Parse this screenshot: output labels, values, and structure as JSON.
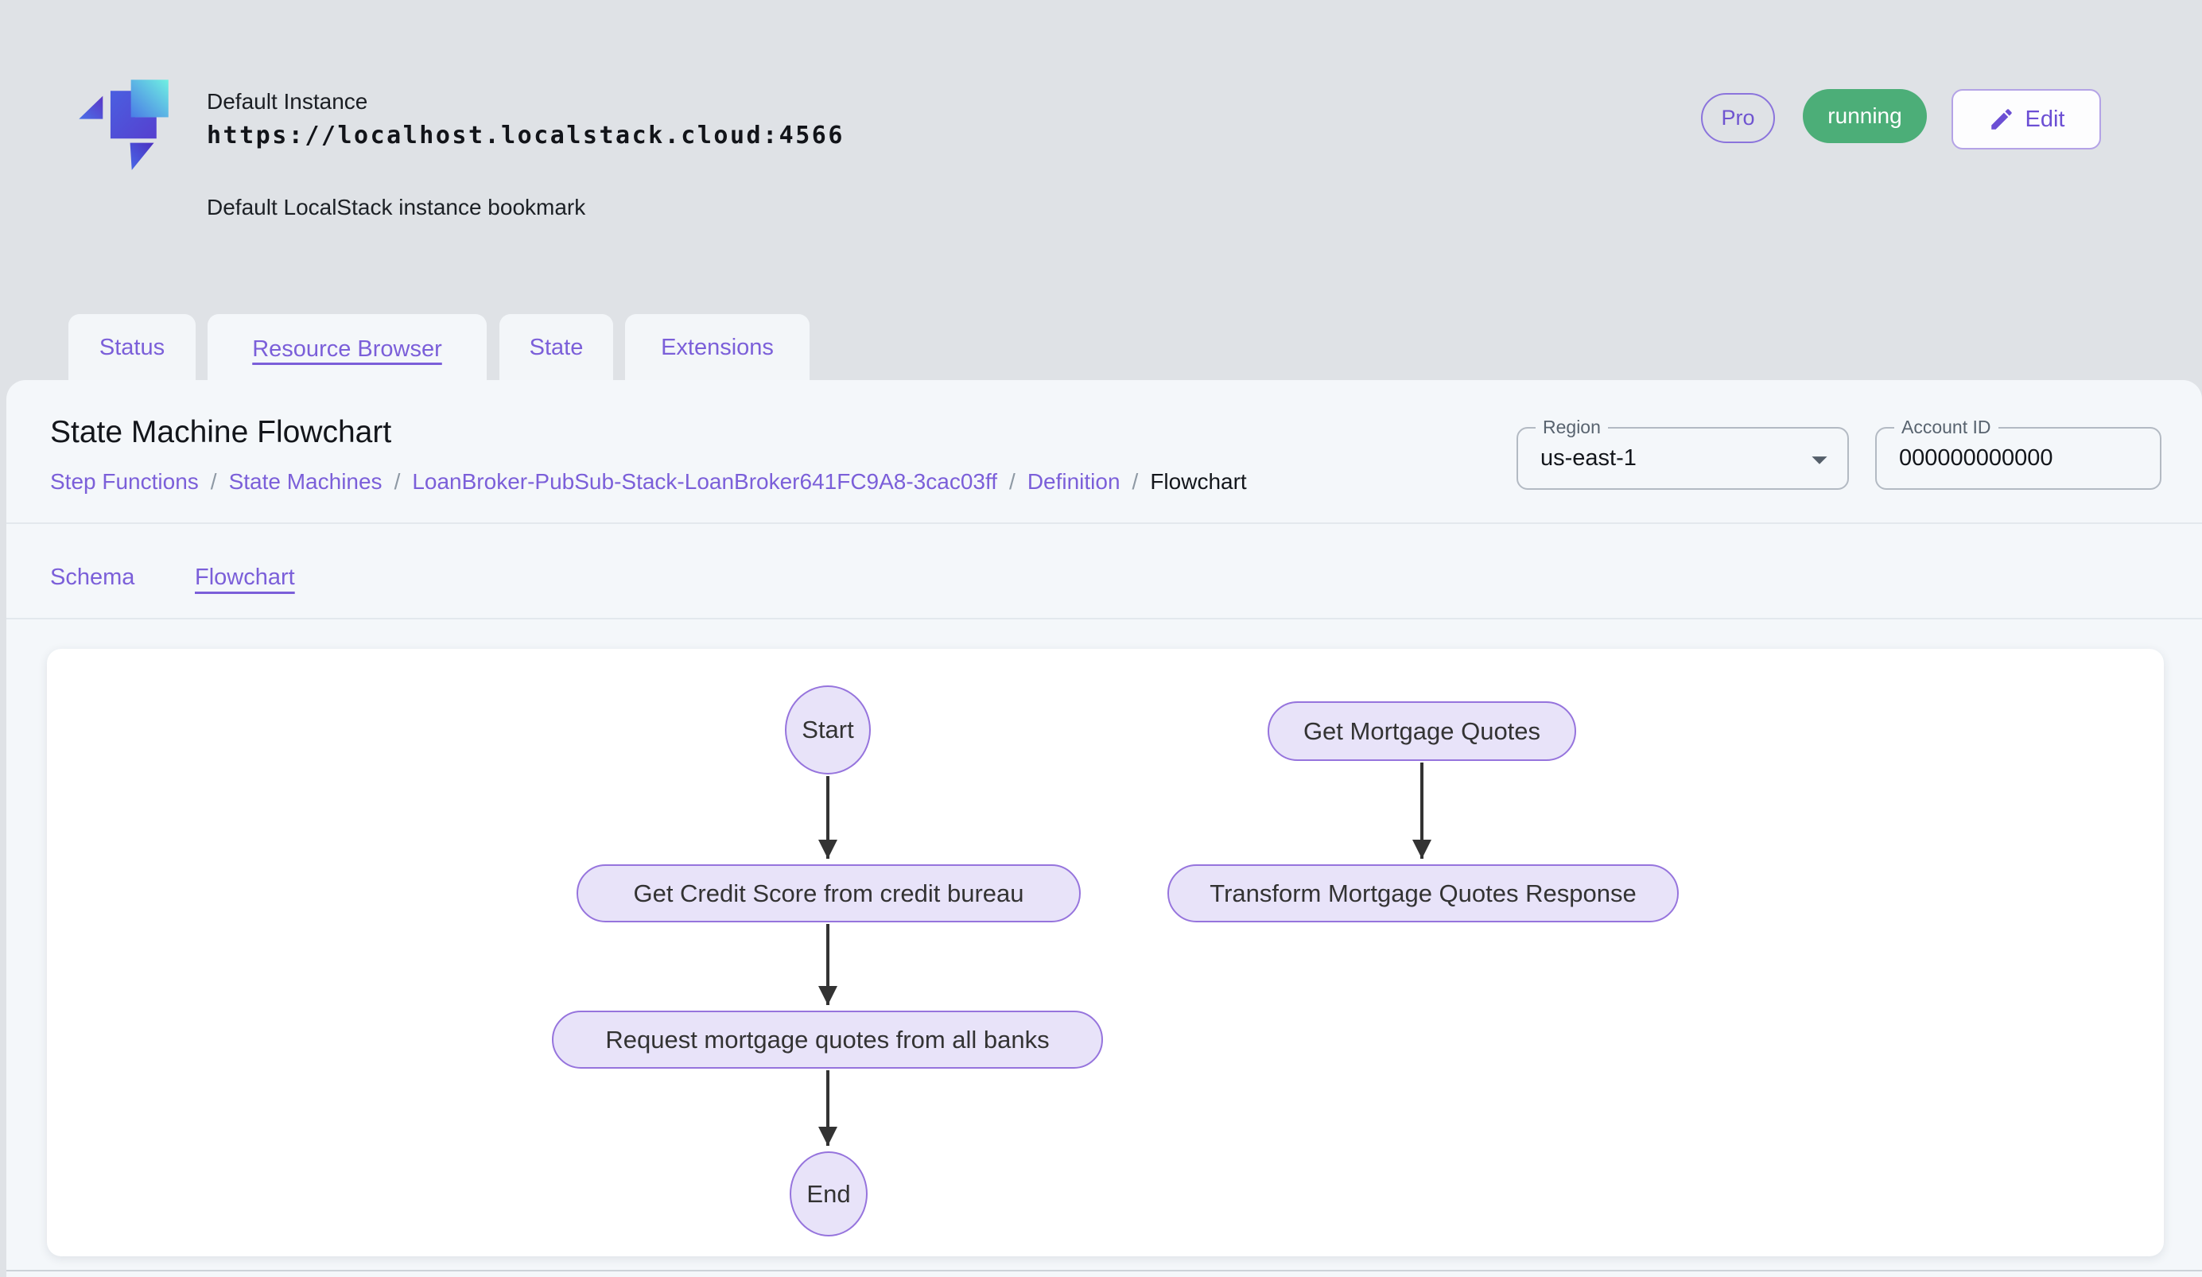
{
  "header": {
    "instance_name": "Default Instance",
    "instance_url": "https://localhost.localstack.cloud:4566",
    "instance_description": "Default LocalStack instance bookmark",
    "pro_badge": "Pro",
    "status_badge": "running",
    "edit_label": "Edit"
  },
  "tabs": [
    {
      "label": "Status",
      "active": false
    },
    {
      "label": "Resource Browser",
      "active": true
    },
    {
      "label": "State",
      "active": false
    },
    {
      "label": "Extensions",
      "active": false
    }
  ],
  "page": {
    "title": "State Machine Flowchart",
    "breadcrumb": [
      {
        "label": "Step Functions",
        "link": true
      },
      {
        "label": "State Machines",
        "link": true
      },
      {
        "label": "LoanBroker-PubSub-Stack-LoanBroker641FC9A8-3cac03ff",
        "link": true
      },
      {
        "label": "Definition",
        "link": true
      },
      {
        "label": "Flowchart",
        "link": false
      }
    ]
  },
  "controls": {
    "region": {
      "label": "Region",
      "value": "us-east-1"
    },
    "account": {
      "label": "Account ID",
      "value": "000000000000"
    }
  },
  "subtabs": [
    {
      "label": "Schema",
      "active": false
    },
    {
      "label": "Flowchart",
      "active": true
    }
  ],
  "flowchart": {
    "nodes": [
      {
        "id": "start",
        "label": "Start",
        "shape": "ellipse"
      },
      {
        "id": "get_mortgage_quotes",
        "label": "Get Mortgage Quotes",
        "shape": "stadium"
      },
      {
        "id": "get_credit_score",
        "label": "Get Credit Score from credit bureau",
        "shape": "stadium"
      },
      {
        "id": "transform_mortgage_quotes_response",
        "label": "Transform Mortgage Quotes Response",
        "shape": "stadium"
      },
      {
        "id": "request_mortgage_quotes",
        "label": "Request mortgage quotes from all banks",
        "shape": "stadium"
      },
      {
        "id": "end",
        "label": "End",
        "shape": "ellipse"
      }
    ],
    "edges": [
      {
        "from": "start",
        "to": "get_credit_score"
      },
      {
        "from": "get_credit_score",
        "to": "request_mortgage_quotes"
      },
      {
        "from": "request_mortgage_quotes",
        "to": "end"
      },
      {
        "from": "get_mortgage_quotes",
        "to": "transform_mortgage_quotes_response"
      }
    ]
  },
  "colors": {
    "accent_purple": "#7b5fd9",
    "status_green": "#4cae78",
    "node_fill": "#e8e3f9",
    "node_border": "#9674dd",
    "edge": "#333333",
    "page_background": "#dfe2e6",
    "panel_background": "#f4f7fa"
  }
}
